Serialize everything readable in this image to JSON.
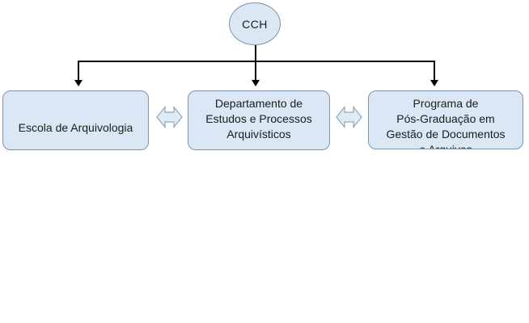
{
  "diagram": {
    "title": "organization-chart",
    "root": {
      "label": "CCH"
    },
    "nodes": [
      {
        "label": "Escola de Arquivologia"
      },
      {
        "lines": [
          "Departamento de",
          "Estudos e Processos",
          "Arquivísticos"
        ]
      },
      {
        "lines": [
          "Programa de",
          "Pós-Graduação em",
          "Gestão de Documentos",
          "e Arquivos"
        ]
      }
    ],
    "relations": [
      "CCH -> Escola de Arquivologia",
      "CCH -> Departamento de Estudos e Processos Arquivísticos",
      "CCH -> Programa de Pós-Graduação em Gestão de Documentos",
      "Escola de Arquivologia <-> Departamento de Estudos e Processos Arquivísticos",
      "Departamento de Estudos e Processos Arquivísticos <-> Programa de Pós-Graduação em Gestão de Documentos"
    ],
    "colors": {
      "shape_fill": "#d9e8f4",
      "shape_border": "#7e93a6",
      "connector": "#000000",
      "background": "#ffffff",
      "text": "#1c1c1c"
    }
  }
}
